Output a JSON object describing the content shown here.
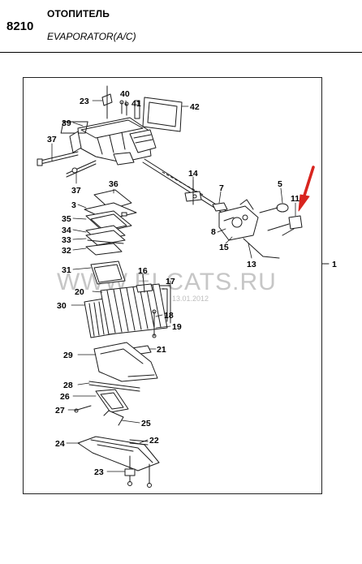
{
  "header": {
    "section_code": "8210",
    "title_ru": "ОТОПИТЕЛЬ",
    "title_en": "EVAPORATOR(A/C)"
  },
  "watermark": {
    "text": "WWW.ELCATS.RU",
    "date": "13.01.2012"
  },
  "callouts": {
    "c1": "1",
    "c3": "3",
    "c5": "5",
    "c7": "7",
    "c8": "8",
    "c11": "11",
    "c13": "13",
    "c14": "14",
    "c15": "15",
    "c16": "16",
    "c17": "17",
    "c18": "18",
    "c19": "19",
    "c20": "20",
    "c21": "21",
    "c22": "22",
    "c23a": "23",
    "c23b": "23",
    "c24": "24",
    "c25": "25",
    "c26": "26",
    "c27": "27",
    "c28": "28",
    "c29": "29",
    "c30": "30",
    "c31": "31",
    "c32": "32",
    "c33": "33",
    "c34": "34",
    "c35": "35",
    "c36": "36",
    "c37a": "37",
    "c37b": "37",
    "c39": "39",
    "c40": "40",
    "c41": "41",
    "c42": "42"
  },
  "colors": {
    "line": "#1a1a1a",
    "arrow": "#d8251f",
    "watermark": "#c6c6c6"
  },
  "icons": {
    "pointer": "red-arrow-icon"
  }
}
